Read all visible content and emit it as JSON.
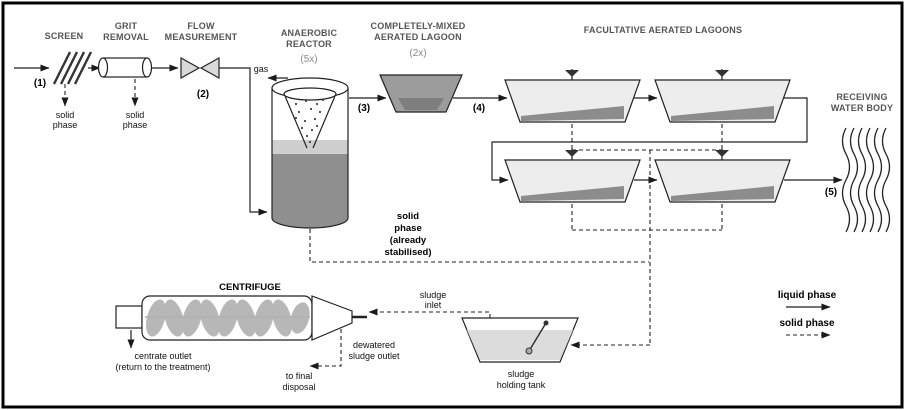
{
  "stages": {
    "screen": {
      "title": "SCREEN",
      "num": "(1)",
      "solid_line1": "solid",
      "solid_line2": "phase"
    },
    "grit_removal": {
      "title_line1": "GRIT",
      "title_line2": "REMOVAL",
      "solid_line1": "solid",
      "solid_line2": "phase"
    },
    "flow_measurement": {
      "title_line1": "FLOW",
      "title_line2": "MEASUREMENT",
      "num": "(2)"
    },
    "anaerobic_reactor": {
      "title_line1": "ANAEROBIC",
      "title_line2": "REACTOR",
      "multiplier": "(5x)",
      "gas_label": "gas",
      "num": "(3)"
    },
    "aerated_lagoon": {
      "title_line1": "COMPLETELY-MIXED",
      "title_line2": "AERATED LAGOON",
      "multiplier": "(2x)",
      "num": "(4)"
    },
    "facultative_lagoons": {
      "title": "FACULTATIVE AERATED LAGOONS"
    },
    "receiving_water": {
      "title_line1": "RECEIVING",
      "title_line2": "WATER BODY",
      "num": "(5)"
    },
    "centrifuge": {
      "title": "CENTRIFUGE",
      "centrate_line1": "centrate outlet",
      "centrate_line2": "(return to the treatment)",
      "dewatered_line1": "dewatered",
      "dewatered_line2": "sludge outlet",
      "disposal_line1": "to final",
      "disposal_line2": "disposal"
    },
    "sludge_tank": {
      "inlet_line1": "sludge",
      "inlet_line2": "inlet",
      "label_line1": "sludge",
      "label_line2": "holding tank"
    }
  },
  "annotations": {
    "stabilised_line1": "solid",
    "stabilised_line2": "phase",
    "stabilised_line3": "(already",
    "stabilised_line4": "stabilised)"
  },
  "legend": {
    "liquid_phase": "liquid phase",
    "solid_phase": "solid phase"
  },
  "colors": {
    "lagoon_fill": "#ededed",
    "lagoon_sludge": "#8c8c8c",
    "cml_fill": "#9c9c9c",
    "cml_inner": "#7e7e7e",
    "reactor_band": "#cfcfcf",
    "reactor_sludge": "#8f8f8f",
    "scroll": "#b0b0b0",
    "tank_liquid": "#dcdcdc",
    "venturi_fill": "#d9d9d9"
  }
}
